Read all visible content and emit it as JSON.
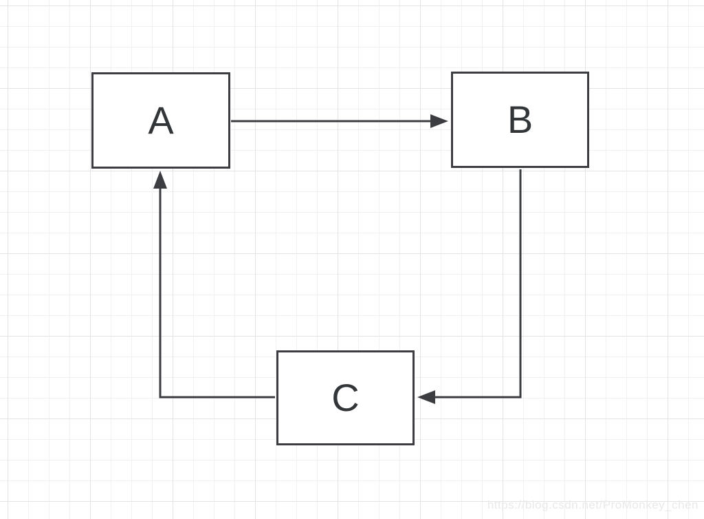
{
  "diagram": {
    "nodes": [
      {
        "id": "A",
        "label": "A"
      },
      {
        "id": "B",
        "label": "B"
      },
      {
        "id": "C",
        "label": "C"
      }
    ],
    "edges": [
      {
        "from": "A",
        "to": "B",
        "route": "straight right from A right side into B left side"
      },
      {
        "from": "B",
        "to": "C",
        "route": "down from B bottom, then left into C right side"
      },
      {
        "from": "C",
        "to": "A",
        "route": "left from C left side, then up into A bottom"
      }
    ]
  },
  "watermark": {
    "text": "https://blog.csdn.net/ProMonkey_chen"
  },
  "colors": {
    "background": "#ffffff",
    "grid_minor": "#f1f1f1",
    "grid_major": "#e3e3e3",
    "node_fill": "#ffffff",
    "node_border": "#3b3d40",
    "edge_stroke": "#3b3d40",
    "text": "#333639",
    "watermark": "#e9e9e9"
  }
}
